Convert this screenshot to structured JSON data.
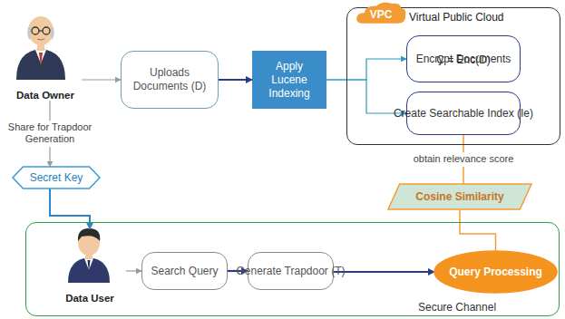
{
  "diagram": {
    "nodes": [
      {
        "text": [
          "Data Owner"
        ]
      },
      {
        "text": [
          "Uploads Documents (D)"
        ]
      },
      {
        "text": [
          "Apply Lucene Indexing"
        ]
      },
      {
        "text": [
          "Virtual Public Cloud"
        ]
      },
      {
        "text": [
          "VPC"
        ],
        "in": 3
      },
      {
        "text": [
          "Encrypt Documents",
          "C = Enc(D)"
        ],
        "in": 3
      },
      {
        "text": [
          "Create Searchable Index (Ie)"
        ],
        "in": 3
      },
      {
        "text": [
          "Cosine Similarity"
        ]
      },
      {
        "text": [
          "Secret Key"
        ]
      },
      {
        "text": [
          "Secure Channel"
        ]
      },
      {
        "text": [
          "Data User"
        ],
        "in": 9
      },
      {
        "text": [
          "Search Query"
        ],
        "in": 9
      },
      {
        "text": [
          "Generate Trapdoor (T)"
        ],
        "in": 9
      },
      {
        "text": [
          "Query Processing"
        ],
        "in": 9
      }
    ],
    "edges": [
      {
        "from": 0,
        "to": 1,
        "arrow": "to"
      },
      {
        "from": 1,
        "to": 2,
        "arrow": "to"
      },
      {
        "from": 2,
        "to": 5,
        "arrow": "to"
      },
      {
        "from": 2,
        "to": 6,
        "arrow": "to"
      },
      {
        "from": 0,
        "to": 8,
        "label": "Share for Trapdoor Generation",
        "arrow": "to"
      },
      {
        "from": 8,
        "to": 10,
        "arrow": "to"
      },
      {
        "from": 10,
        "to": 11,
        "arrow": "to"
      },
      {
        "from": 11,
        "to": 12,
        "arrow": "to"
      },
      {
        "from": 12,
        "to": 13,
        "arrow": "to"
      },
      {
        "from": 6,
        "to": 7,
        "label": "obtain relevance score",
        "arrow": "none"
      },
      {
        "from": 7,
        "to": 13,
        "arrow": "none"
      }
    ]
  }
}
